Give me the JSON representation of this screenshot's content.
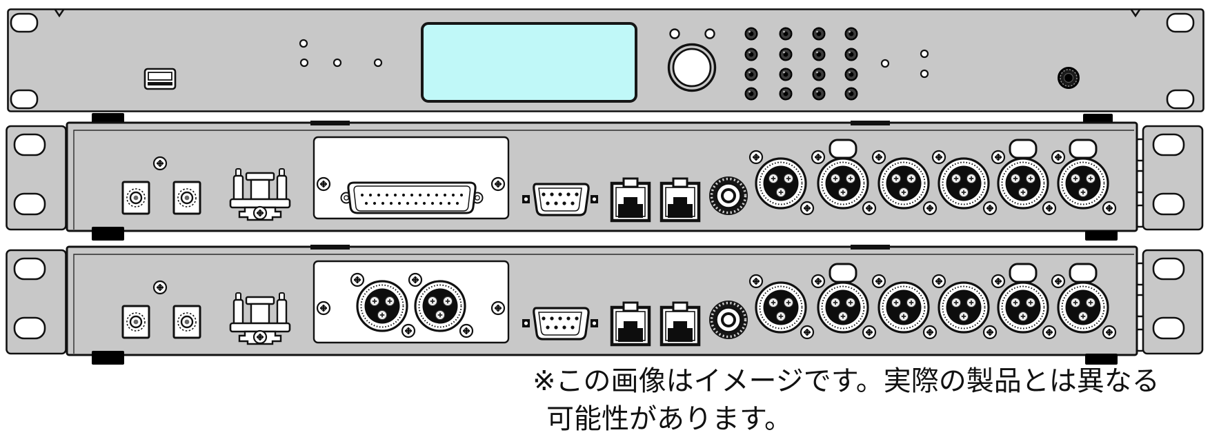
{
  "caption": {
    "line1": "※この画像はイメージです。実際の製品とは異なる",
    "line2": "可能性があります。"
  },
  "colors": {
    "panel": "#c8c8c8",
    "display": "#c0f8f8",
    "plate": "#ffffff",
    "outline": "#111111",
    "feet": "#000000",
    "background": "#ffffff"
  },
  "front_panel": {
    "components": [
      "rack-ear",
      "usb-port",
      "lcd-display",
      "status-led",
      "status-led",
      "rotary-knob",
      "button-grid",
      "headphone-jack",
      "rack-ear"
    ],
    "button_grid": {
      "rows": 4,
      "cols": 4
    },
    "led_count": 2
  },
  "rear_panel_upper": {
    "option_slot": "db25-module",
    "components": [
      "rack-ear",
      "screw",
      "dc-power-jack",
      "dc-power-jack",
      "power-cord-clamp",
      "db25-connector",
      "db9-connector",
      "ethernet-port",
      "ethernet-port",
      "bnc-connector",
      "xlr-male",
      "xlr-female-latch",
      "xlr-male",
      "xlr-male",
      "xlr-female-latch",
      "xlr-female-latch",
      "rack-ear"
    ],
    "xlr_count": 6,
    "xlr_latch_pattern": [
      false,
      true,
      false,
      false,
      true,
      true
    ]
  },
  "rear_panel_lower": {
    "option_slot": "xlr-pair-module",
    "components": [
      "rack-ear",
      "screw",
      "dc-power-jack",
      "dc-power-jack",
      "power-cord-clamp",
      "xlr-male",
      "xlr-male",
      "db9-connector",
      "ethernet-port",
      "ethernet-port",
      "bnc-connector",
      "xlr-male",
      "xlr-female-latch",
      "xlr-male",
      "xlr-male",
      "xlr-female-latch",
      "xlr-female-latch",
      "rack-ear"
    ],
    "xlr_count": 6,
    "xlr_latch_pattern": [
      false,
      true,
      false,
      false,
      true,
      true
    ]
  }
}
